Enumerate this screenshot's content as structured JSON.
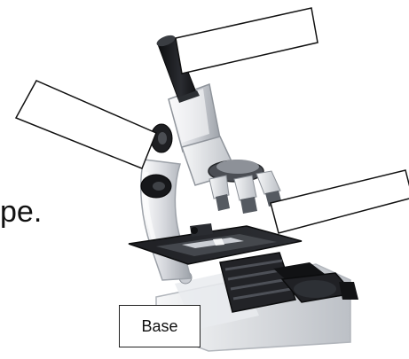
{
  "page": {
    "partial_text": "pe."
  },
  "labels": {
    "base": "Base"
  },
  "blank_label_boxes": 3,
  "colors": {
    "background": "#ffffff",
    "outline": "#222222",
    "metal_light": "#e9e9ea",
    "metal_mid": "#b9bcc2",
    "metal_dark": "#6a6e75",
    "black_part": "#1f2024"
  }
}
